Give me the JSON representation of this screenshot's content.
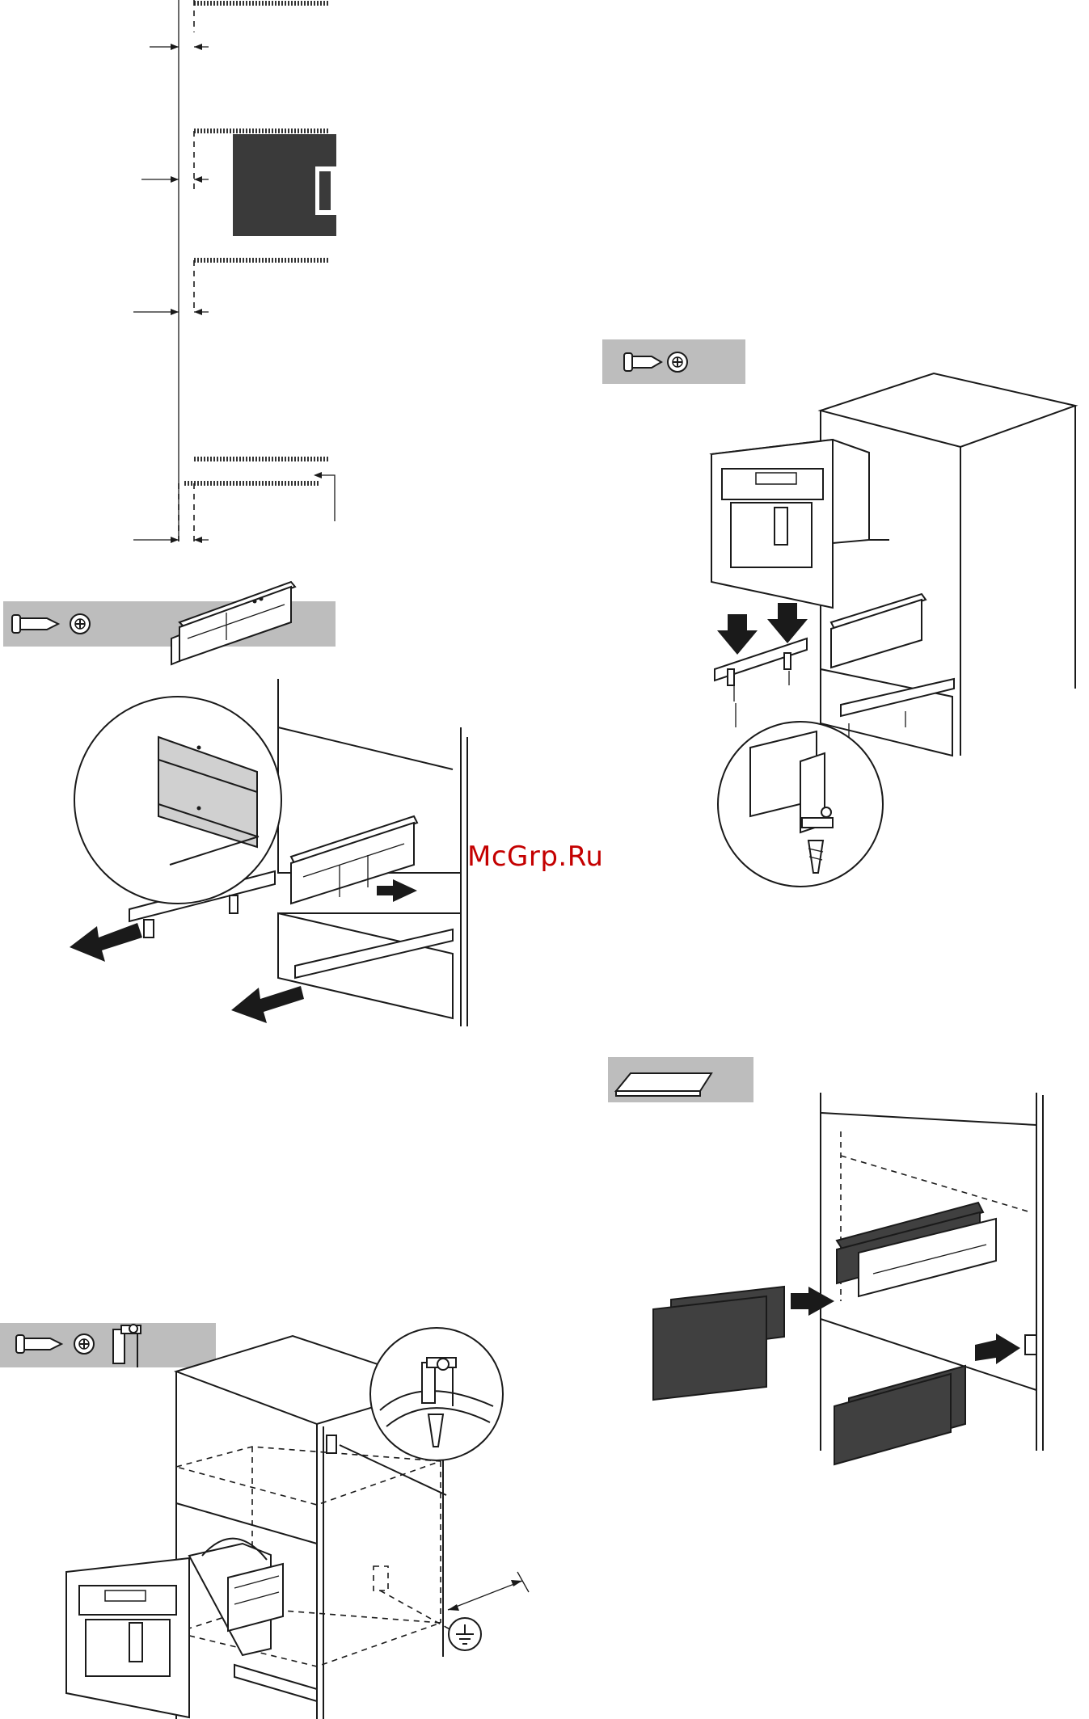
{
  "watermark": {
    "text": "McGrp.Ru",
    "color": "#c40000"
  },
  "colors": {
    "toolbar_bar": "#bdbdbd",
    "lines": "#1a1a1a",
    "dark_panel": "#404040"
  },
  "tool_bars": [
    {
      "id": "bar-1",
      "icons": [
        "screw-icon",
        "phillips-screwdriver-icon",
        "rail-bracket-icon"
      ]
    },
    {
      "id": "bar-2",
      "icons": [
        "screw-icon",
        "phillips-screwdriver-icon"
      ]
    },
    {
      "id": "bar-3",
      "icons": [
        "screw-icon",
        "phillips-screwdriver-icon",
        "anti-tip-bracket-icon"
      ]
    },
    {
      "id": "bar-4",
      "icons": [
        "front-panel-icon"
      ]
    }
  ],
  "steps": [
    {
      "id": "clearance-detail",
      "icons": [
        "dimension-arrow-icon"
      ]
    },
    {
      "id": "rail-removal",
      "icons": [
        "arrow-left-icon",
        "arrow-right-icon",
        "magnifier-detail-icon"
      ]
    },
    {
      "id": "appliance-fixing",
      "icons": [
        "arrow-down-icon",
        "magnifier-detail-icon"
      ]
    },
    {
      "id": "anti-tip-installation",
      "icons": [
        "ground-symbol-icon",
        "magnifier-detail-icon"
      ]
    },
    {
      "id": "panel-fitting",
      "icons": [
        "arrow-right-icon"
      ]
    }
  ]
}
